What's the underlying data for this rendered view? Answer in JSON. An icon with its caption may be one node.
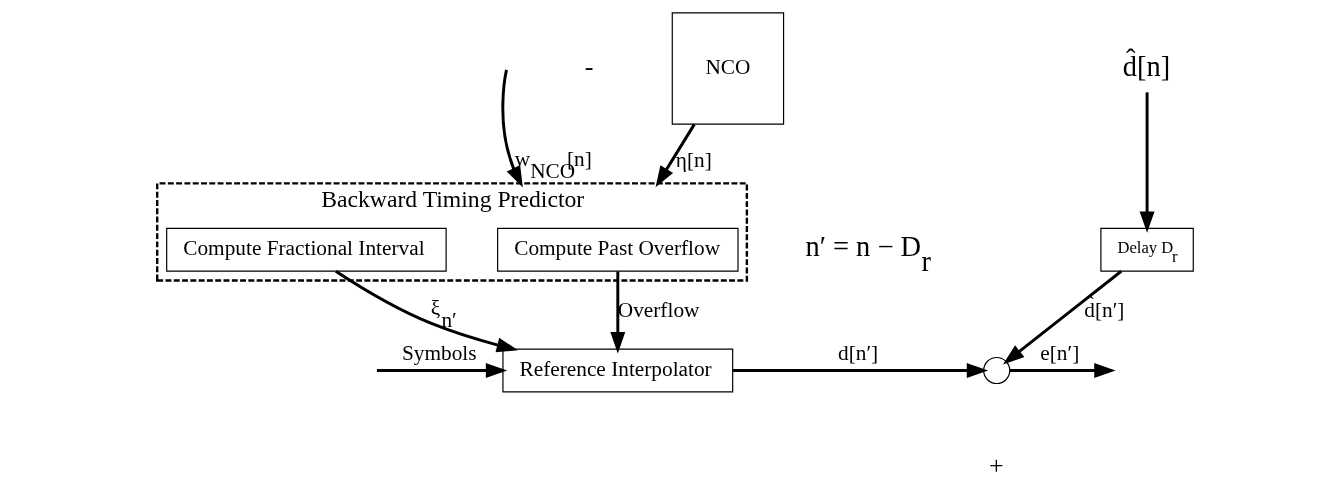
{
  "diagram": {
    "nodes": [
      {
        "text": [
          "Backward Timing Predictor"
        ]
      },
      {
        "text": [
          "Compute Past Overflow"
        ],
        "in": 0
      },
      {
        "text": [
          "Compute Fractional Interval"
        ],
        "in": 0
      },
      {
        "text": [
          "NCO"
        ]
      },
      {
        "text": [
          "Delay D$_{r}$"
        ]
      },
      {
        "text": [
          "Reference Interpolator"
        ]
      },
      {
        "text": [],
        "shape": "circle"
      },
      {
        "text": [
          "d̂[n]"
        ]
      }
    ],
    "edges": [
      {
        "from": 7,
        "to": 4,
        "arrow": "to"
      },
      {
        "from": 4,
        "to": 6,
        "arrow": "to",
        "label": "d̂[n′]"
      },
      {
        "from": 1,
        "to": 5,
        "arrow": "to",
        "label": "Overflow"
      },
      {
        "from": 2,
        "to": 5,
        "arrow": "to",
        "label": "ξ$_{n′}$"
      },
      {
        "from": 3,
        "to": 0,
        "arrow": "to",
        "label": "η[n]"
      },
      {
        "from": null,
        "to": 0,
        "arrow": "to",
        "label": "w$_{NCO}$[n]"
      },
      {
        "from": null,
        "to": 5,
        "arrow": "to",
        "label": "Symbols"
      },
      {
        "from": 5,
        "to": 6,
        "arrow": "to",
        "label": "d[n′]"
      },
      {
        "from": 6,
        "to": null,
        "arrow": "to",
        "label": "e[n′]"
      }
    ],
    "labels": [
      "n′ = n − D$_{r}$",
      "-",
      "+"
    ]
  }
}
